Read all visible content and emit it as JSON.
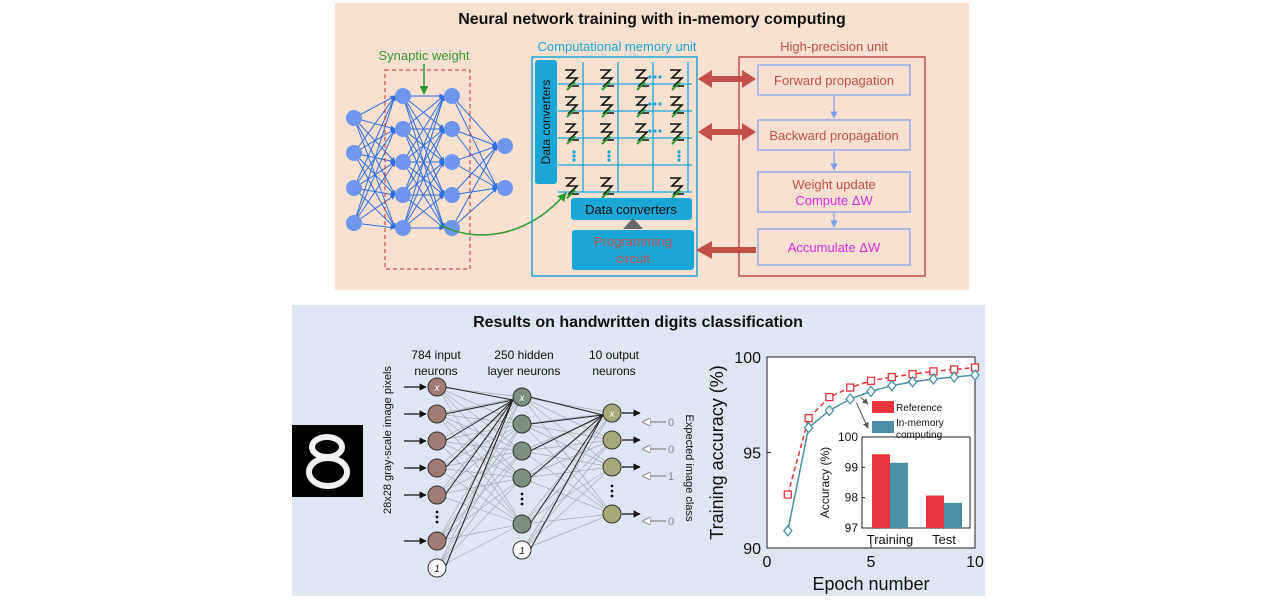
{
  "top": {
    "title": "Neural network training with in-memory computing",
    "synaptic_weight": "Synaptic weight",
    "cmu_title": "Computational memory unit",
    "hp_title": "High-precision unit",
    "data_converters_vertical": "Data converters",
    "data_converters_horizontal": "Data converters",
    "programming_line1": "Programming",
    "programming_line2": "circuit",
    "hp_boxes": {
      "forward": "Forward propagation",
      "backward": "Backward propagation",
      "update_line1": "Weight update",
      "update_line2": "Compute ΔW",
      "accumulate": "Accumulate ΔW"
    },
    "colors": {
      "background": "#f7e0d0",
      "network": "#2f6fe0",
      "neuron": "#6f96ef",
      "cmu": "#1aa6d6",
      "hp": "#c4504a",
      "synaptic": "#2e9b2e",
      "magenta": "#e02be0"
    }
  },
  "bottom": {
    "title": "Results on handwritten digits classification",
    "input_label_line1": "784 input",
    "input_label_line2": "neurons",
    "hidden_label_line1": "250 hidden",
    "hidden_label_line2": "layer neurons",
    "output_label_line1": "10 output",
    "output_label_line2": "neurons",
    "pixels_label": "28x28 gray-scale image pixels",
    "expected_label": "Expected image class",
    "expected_values": [
      "0",
      "0",
      "1",
      "0"
    ],
    "neuron_x": "x",
    "bias": "1",
    "digit": "8",
    "colors": {
      "background": "#dde6f2",
      "input_neuron": "#a07a74",
      "hidden_neuron": "#7c8f7f",
      "output_neuron": "#a7a878"
    }
  },
  "chart_data": [
    {
      "type": "line",
      "ylabel": "Training accuracy (%)",
      "xlabel": "Epoch number",
      "xlim": [
        0,
        10
      ],
      "ylim": [
        90,
        100
      ],
      "xticks": [
        "0",
        "5",
        "10"
      ],
      "yticks": [
        "90",
        "95",
        "100"
      ],
      "series": [
        {
          "name": "Reference",
          "color": "#e8343a",
          "style": "dashed",
          "marker": "square",
          "x": [
            1,
            2,
            3,
            4,
            5,
            6,
            7,
            8,
            9,
            10
          ],
          "values": [
            92.8,
            96.8,
            97.9,
            98.4,
            98.75,
            98.95,
            99.1,
            99.25,
            99.35,
            99.45
          ]
        },
        {
          "name": "In-memory computing",
          "color": "#4a8fa6",
          "style": "solid",
          "marker": "diamond",
          "x": [
            1,
            2,
            3,
            4,
            5,
            6,
            7,
            8,
            9,
            10
          ],
          "values": [
            90.9,
            96.3,
            97.2,
            97.8,
            98.2,
            98.5,
            98.7,
            98.85,
            98.95,
            99.05
          ]
        }
      ]
    },
    {
      "type": "bar",
      "ylabel": "Accuracy (%)",
      "categories": [
        "Training",
        "Test"
      ],
      "ylim": [
        97,
        100
      ],
      "yticks": [
        "97",
        "98",
        "99",
        "100"
      ],
      "legend": [
        "Reference",
        "In-memory computing"
      ],
      "series": [
        {
          "name": "Reference",
          "color": "#e8343a",
          "values": [
            99.43,
            98.07
          ]
        },
        {
          "name": "In-memory computing",
          "color": "#4a8fa6",
          "values": [
            99.15,
            97.83
          ]
        }
      ]
    }
  ]
}
